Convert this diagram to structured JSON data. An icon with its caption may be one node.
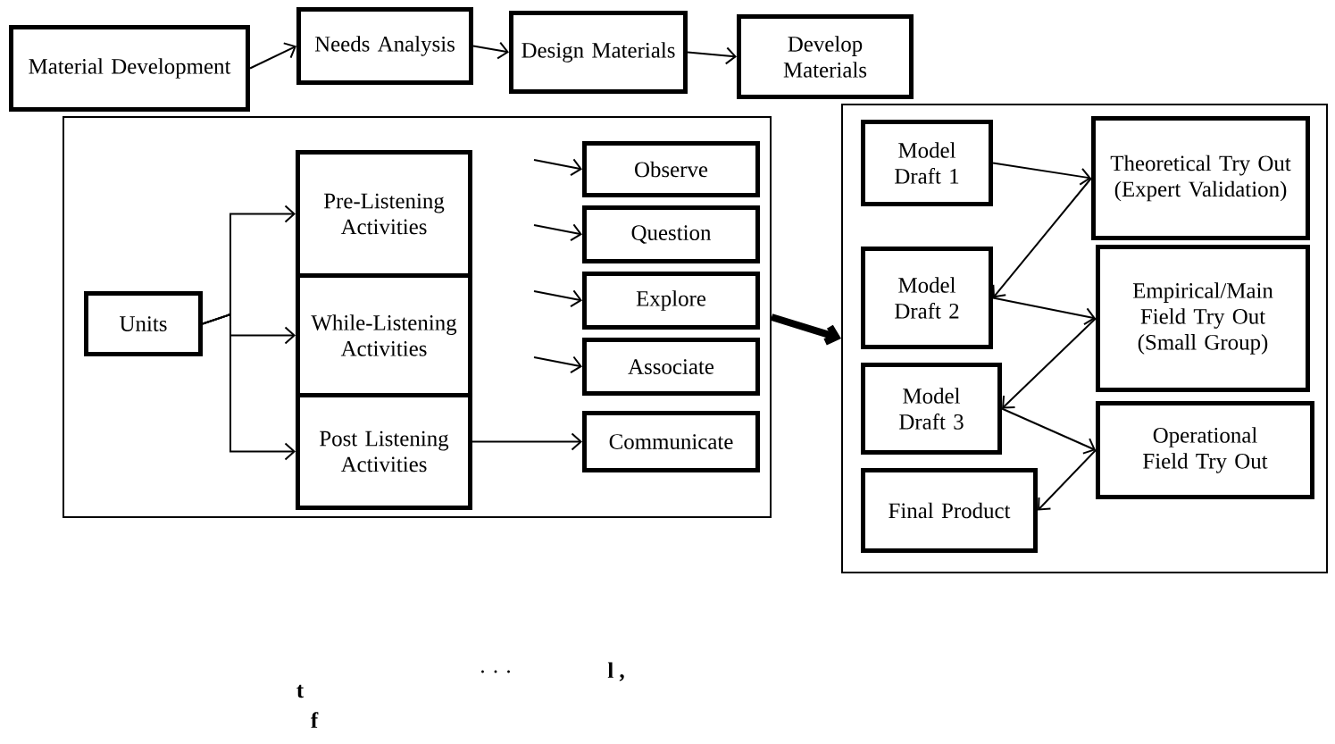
{
  "diagram": {
    "nodes": [
      {
        "text": [
          "Material Development"
        ]
      },
      {
        "text": [
          "Needs Analysis"
        ]
      },
      {
        "text": [
          "Design Materials"
        ]
      },
      {
        "text": [
          "Develop Materials"
        ]
      },
      {
        "text": [],
        "shape": "box"
      },
      {
        "text": [
          "Units"
        ],
        "in": 4
      },
      {
        "text": [
          "Pre-Listening Activities"
        ],
        "in": 4
      },
      {
        "text": [
          "While-Listening Activities"
        ],
        "in": 4
      },
      {
        "text": [
          "Post Listening Activities"
        ],
        "in": 4
      },
      {
        "text": [
          "Observe"
        ],
        "in": 4
      },
      {
        "text": [
          "Question"
        ],
        "in": 4
      },
      {
        "text": [
          "Explore"
        ],
        "in": 4
      },
      {
        "text": [
          "Associate"
        ],
        "in": 4
      },
      {
        "text": [
          "Communicate"
        ],
        "in": 4
      },
      {
        "text": [],
        "shape": "box"
      },
      {
        "text": [
          "Model Draft 1"
        ],
        "in": 14
      },
      {
        "text": [
          "Theoretical Try Out (Expert Validation)"
        ],
        "in": 14
      },
      {
        "text": [
          "Model Draft 2"
        ],
        "in": 14
      },
      {
        "text": [
          "Empirical/Main Field Try Out (Small Group)"
        ],
        "in": 14
      },
      {
        "text": [
          "Model Draft 3"
        ],
        "in": 14
      },
      {
        "text": [
          "Operational Field Try Out"
        ],
        "in": 14
      },
      {
        "text": [
          "Final Product"
        ],
        "in": 14
      }
    ],
    "edges": [
      {
        "from": 0,
        "to": 1,
        "arrow": "to"
      },
      {
        "from": 1,
        "to": 2,
        "arrow": "to"
      },
      {
        "from": 2,
        "to": 3,
        "arrow": "to"
      },
      {
        "from": 5,
        "to": 6,
        "arrow": "to"
      },
      {
        "from": 5,
        "to": 7,
        "arrow": "to"
      },
      {
        "from": 5,
        "to": 8,
        "arrow": "to"
      },
      {
        "from": null,
        "to": 9,
        "arrow": "to"
      },
      {
        "from": null,
        "to": 10,
        "arrow": "to"
      },
      {
        "from": null,
        "to": 11,
        "arrow": "to"
      },
      {
        "from": null,
        "to": 12,
        "arrow": "to"
      },
      {
        "from": 8,
        "to": 13,
        "arrow": "to"
      },
      {
        "from": 4,
        "to": 14,
        "arrow": "to",
        "style": "thick"
      },
      {
        "from": 15,
        "to": 16,
        "arrow": "to"
      },
      {
        "from": 16,
        "to": 17,
        "arrow": "to"
      },
      {
        "from": 17,
        "to": 18,
        "arrow": "to"
      },
      {
        "from": 18,
        "to": 19,
        "arrow": "to"
      },
      {
        "from": 19,
        "to": 20,
        "arrow": "to"
      },
      {
        "from": 20,
        "to": 21,
        "arrow": "to"
      }
    ],
    "labels": [
      ". . .",
      "l ,",
      "t",
      "f"
    ]
  }
}
